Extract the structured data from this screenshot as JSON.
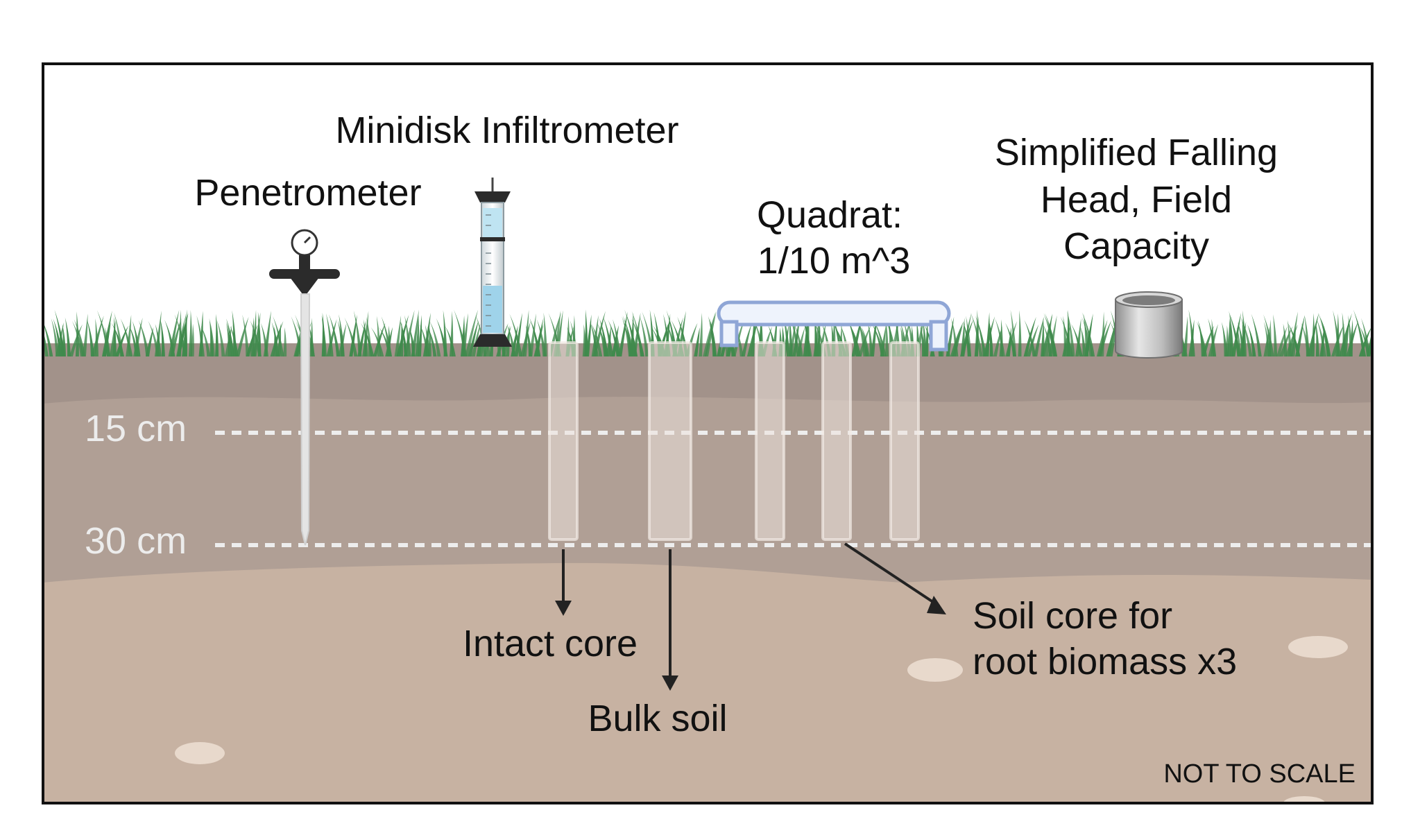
{
  "labels": {
    "minidisk": "Minidisk Infiltrometer",
    "penetrometer": "Penetrometer",
    "quadrat_line1": "Quadrat:",
    "quadrat_line2": "1/10 m^3",
    "falling_line1": "Simplified Falling",
    "falling_line2": "Head, Field",
    "falling_line3": "Capacity",
    "depth_15": "15 cm",
    "depth_30": "30 cm",
    "intact_core": "Intact core",
    "bulk_soil": "Bulk soil",
    "root_line1": "Soil core for",
    "root_line2": "root biomass x3",
    "not_to_scale": "NOT TO SCALE"
  },
  "colors": {
    "topsoil": "#a2928a",
    "subsoil": "#b09f95",
    "deep_soil": "#c7b2a2",
    "grass": "#3f8a4c",
    "quadrat": "#8fa6d6",
    "water": "#9fd3ea",
    "core": "#ece2dd"
  },
  "icons": {
    "penetrometer": "penetrometer-icon",
    "infiltrometer": "infiltrometer-icon",
    "quadrat": "quadrat-frame-icon",
    "cylinder": "metal-cylinder-icon"
  }
}
